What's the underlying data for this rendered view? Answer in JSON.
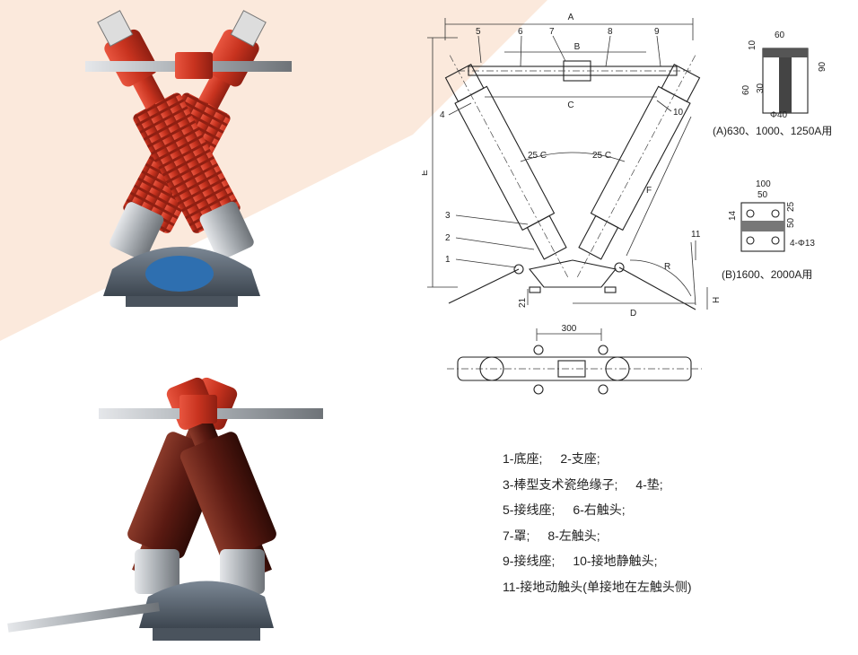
{
  "drawing_labels": {
    "dims": {
      "A": "A",
      "B": "B",
      "C": "C",
      "D": "D",
      "E": "E",
      "F": "F",
      "H": "H",
      "R": "R",
      "d21": "21",
      "d300": "300",
      "ang1": "25 C",
      "ang2": "25 C"
    },
    "parts": [
      "1",
      "2",
      "3",
      "4",
      "5",
      "6",
      "7",
      "8",
      "9",
      "10",
      "11"
    ]
  },
  "detail_a": {
    "dims": {
      "w60": "60",
      "h10": "10",
      "h90": "90",
      "h60": "60",
      "h30": "30",
      "phi40": "Φ40"
    },
    "caption": "(A)630、1000、1250A用"
  },
  "detail_b": {
    "dims": {
      "w100": "100",
      "w50": "50",
      "h14": "14",
      "h25": "25",
      "h50": "50",
      "holes": "4-Φ13"
    },
    "caption": "(B)1600、2000A用"
  },
  "legend": [
    [
      "1-底座;",
      "2-支座;"
    ],
    [
      "3-棒型支术瓷绝缘子;",
      "4-垫;"
    ],
    [
      "5-接线座;",
      "6-右触头;"
    ],
    [
      "7-罩;",
      "8-左触头;"
    ],
    [
      "9-接线座;",
      "10-接地静触头;"
    ],
    [
      "11-接地动触头(单接地在左触头侧)"
    ]
  ],
  "colors": {
    "red_insulator": "#c8331f",
    "brown_insulator": "#5a1a12",
    "metal": "#a8adb2",
    "base": "#5f6b78",
    "blue_plate": "#2e6fb0",
    "beige_bg": "#fbe9dc"
  }
}
